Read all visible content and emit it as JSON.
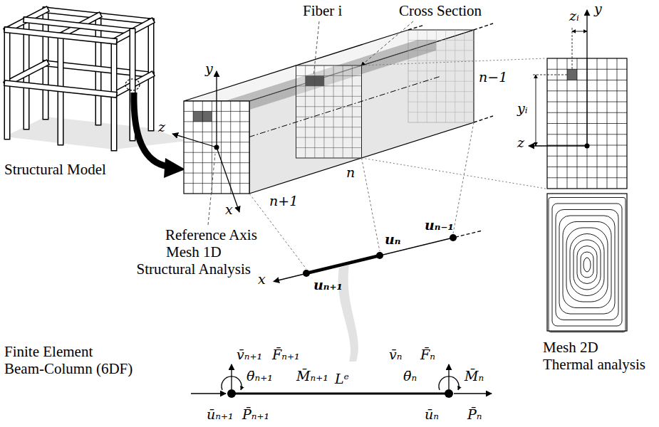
{
  "diagram": {
    "labels": [
      "Structural Model",
      "Fiber i",
      "Cross Section",
      "y",
      "z",
      "x",
      "n−1",
      "n",
      "n+1",
      "Reference Axis",
      "zᵢ",
      "y",
      "yᵢ",
      "z",
      "Mesh 1D Structural Analysis",
      "uₙ₋₁",
      "uₙ",
      "uₙ₊₁",
      "x",
      "Mesh 2D Thermal analysis",
      "Finite Element Beam-Column (6DF)",
      "v̄ₙ₊₁",
      "F̄ₙ₊₁",
      "θ̄ₙ₊₁",
      "M̄ₙ₊₁",
      "ūₙ₊₁",
      "P̄ₙ₊₁",
      "Lᵉ",
      "v̄ₙ",
      "F̄ₙ",
      "θ̄ₙ",
      "M̄ₙ",
      "ūₙ",
      "P̄ₙ"
    ]
  }
}
